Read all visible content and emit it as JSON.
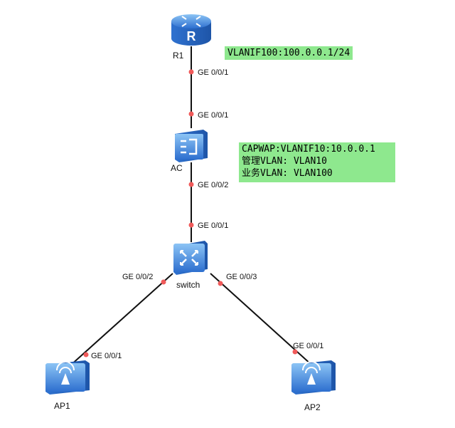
{
  "devices": {
    "r1": {
      "label": "R1",
      "type": "router",
      "color": "#3b7fd6"
    },
    "ac": {
      "label": "AC",
      "type": "access-controller",
      "color": "#3b7fd6"
    },
    "switch": {
      "label": "switch",
      "type": "switch",
      "color": "#3b7fd6"
    },
    "ap1": {
      "label": "AP1",
      "type": "access-point",
      "color": "#3b7fd6"
    },
    "ap2": {
      "label": "AP2",
      "type": "access-point",
      "color": "#3b7fd6"
    }
  },
  "ports": {
    "r1_down": "GE 0/0/1",
    "ac_up": "GE 0/0/1",
    "ac_down": "GE 0/0/2",
    "sw_up": "GE 0/0/1",
    "sw_left": "GE 0/0/2",
    "sw_right": "GE 0/0/3",
    "ap1_port": "GE 0/0/1",
    "ap2_port": "GE 0/0/1"
  },
  "notes": {
    "r1": "VLANIF100:100.0.0.1/24",
    "ac": [
      "CAPWAP:VLANIF10:10.0.0.1",
      "管理VLAN: VLAN10",
      "业务VLAN: VLAN100"
    ]
  },
  "colors": {
    "link": "#111111",
    "port_dot": "#f05a5a",
    "note_bg": "#8ee88e"
  }
}
